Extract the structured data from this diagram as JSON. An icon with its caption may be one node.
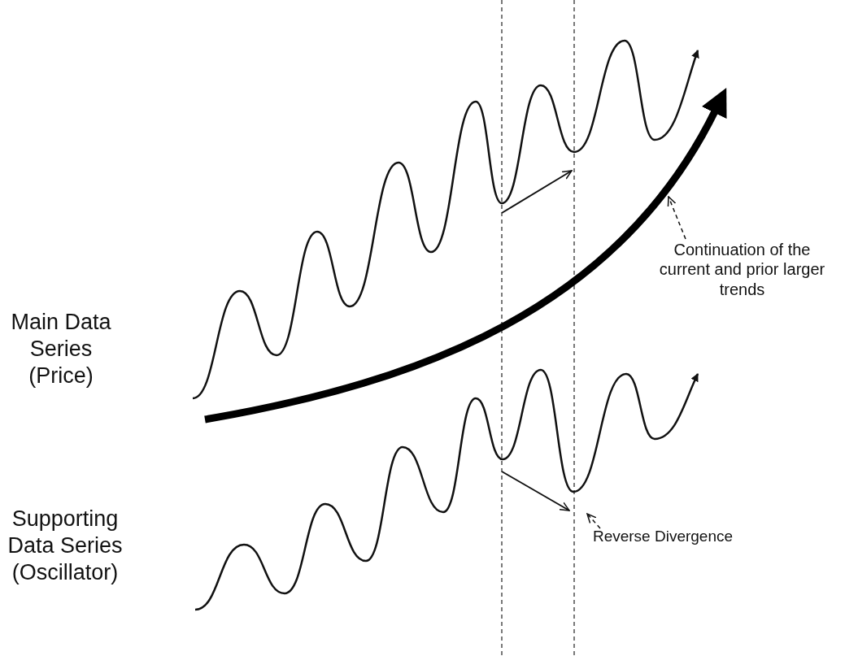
{
  "diagram": {
    "nodes": [
      {
        "text": [
          "Main Data Series (Price)"
        ]
      },
      {
        "text": [
          "Supporting Data Series (Oscillator)"
        ]
      },
      {
        "text": [
          "Continuation of the current and prior larger trends"
        ]
      },
      {
        "text": [
          "Reverse Divergence"
        ]
      }
    ],
    "edges": [
      {
        "from": 2,
        "to": null,
        "arrow": "to",
        "style": "dashed"
      },
      {
        "from": 3,
        "to": null,
        "arrow": "to",
        "style": "dashed"
      }
    ]
  }
}
